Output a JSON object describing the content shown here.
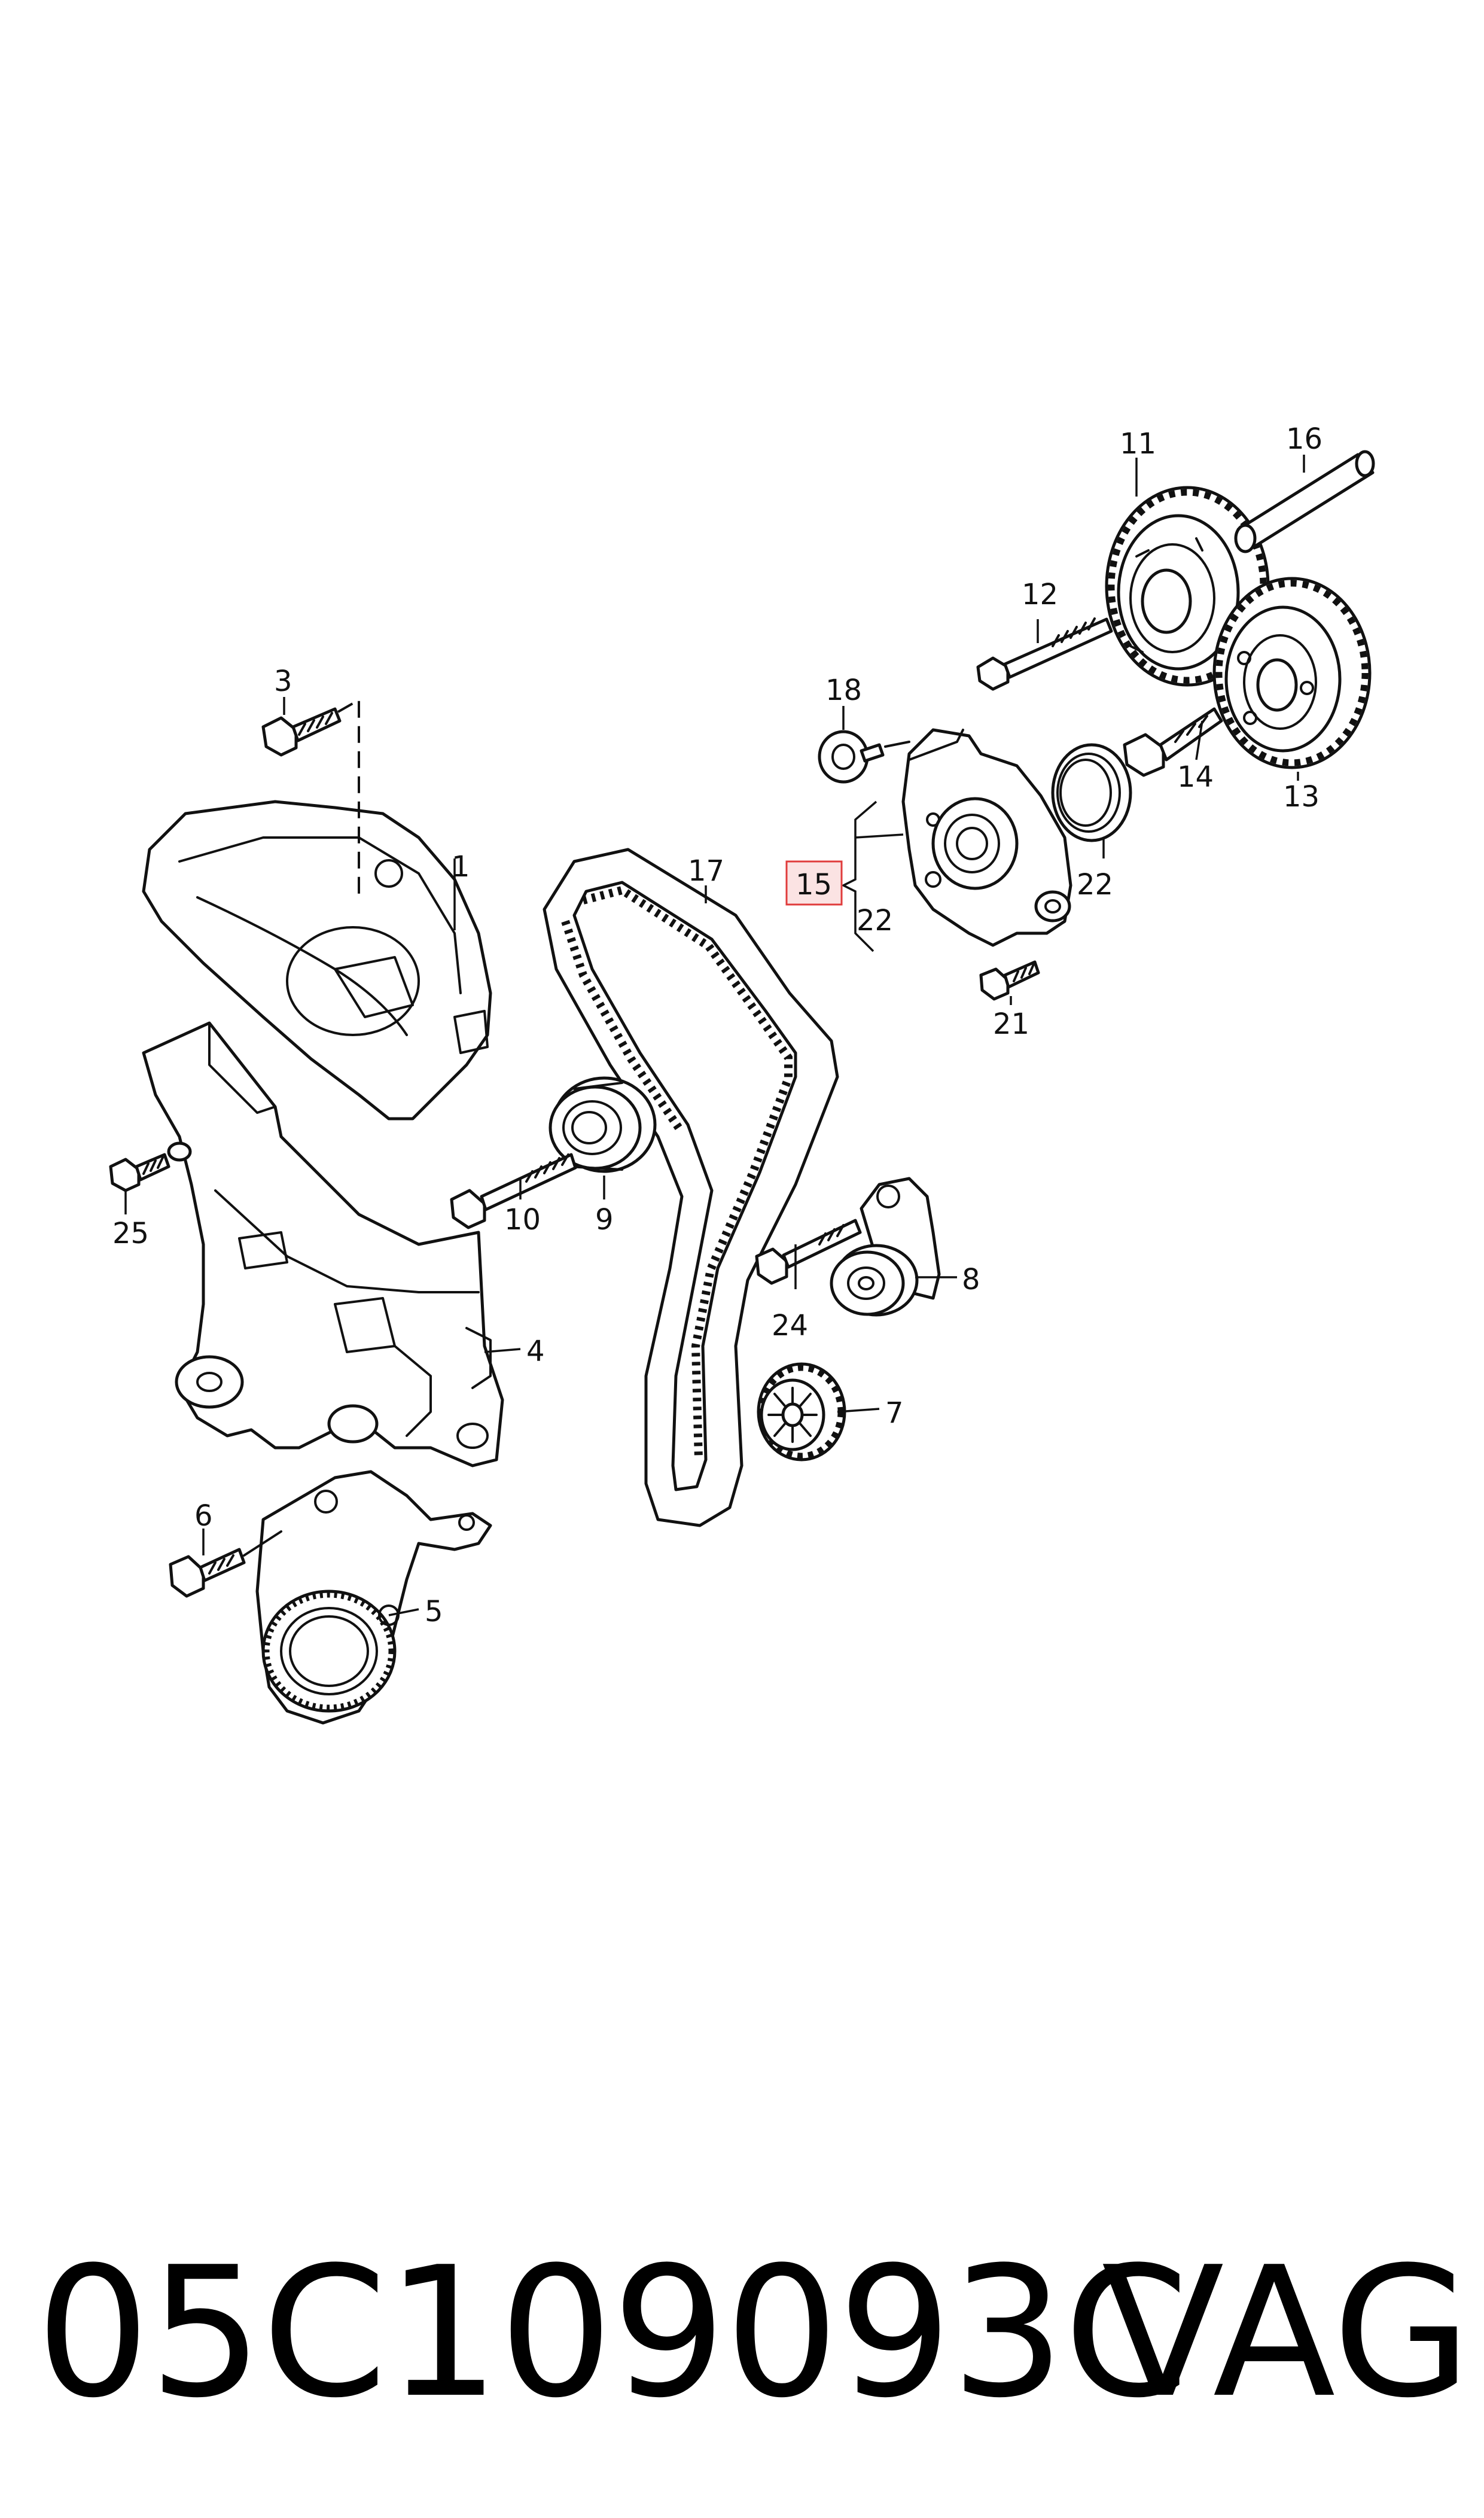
{
  "callouts": [
    {
      "id": "c1",
      "text": "1"
    },
    {
      "id": "c3",
      "text": "3"
    },
    {
      "id": "c4",
      "text": "4"
    },
    {
      "id": "c5",
      "text": "5"
    },
    {
      "id": "c6",
      "text": "6"
    },
    {
      "id": "c7",
      "text": "7"
    },
    {
      "id": "c8",
      "text": "8"
    },
    {
      "id": "c9",
      "text": "9"
    },
    {
      "id": "c10",
      "text": "10"
    },
    {
      "id": "c11",
      "text": "11"
    },
    {
      "id": "c12",
      "text": "12"
    },
    {
      "id": "c13",
      "text": "13"
    },
    {
      "id": "c14",
      "text": "14"
    },
    {
      "id": "c15",
      "text": "15",
      "highlighted": true
    },
    {
      "id": "c16",
      "text": "16"
    },
    {
      "id": "c17",
      "text": "17"
    },
    {
      "id": "c18",
      "text": "18"
    },
    {
      "id": "c21",
      "text": "21"
    },
    {
      "id": "c22a",
      "text": "22"
    },
    {
      "id": "c22b",
      "text": "22"
    },
    {
      "id": "c24",
      "text": "24"
    },
    {
      "id": "c25",
      "text": "25"
    }
  ],
  "highlight_color": "#e03c3c",
  "highlight_fill": "#fbe3e3",
  "footer": {
    "part_number": "05C109093C",
    "brand": "VAG"
  }
}
